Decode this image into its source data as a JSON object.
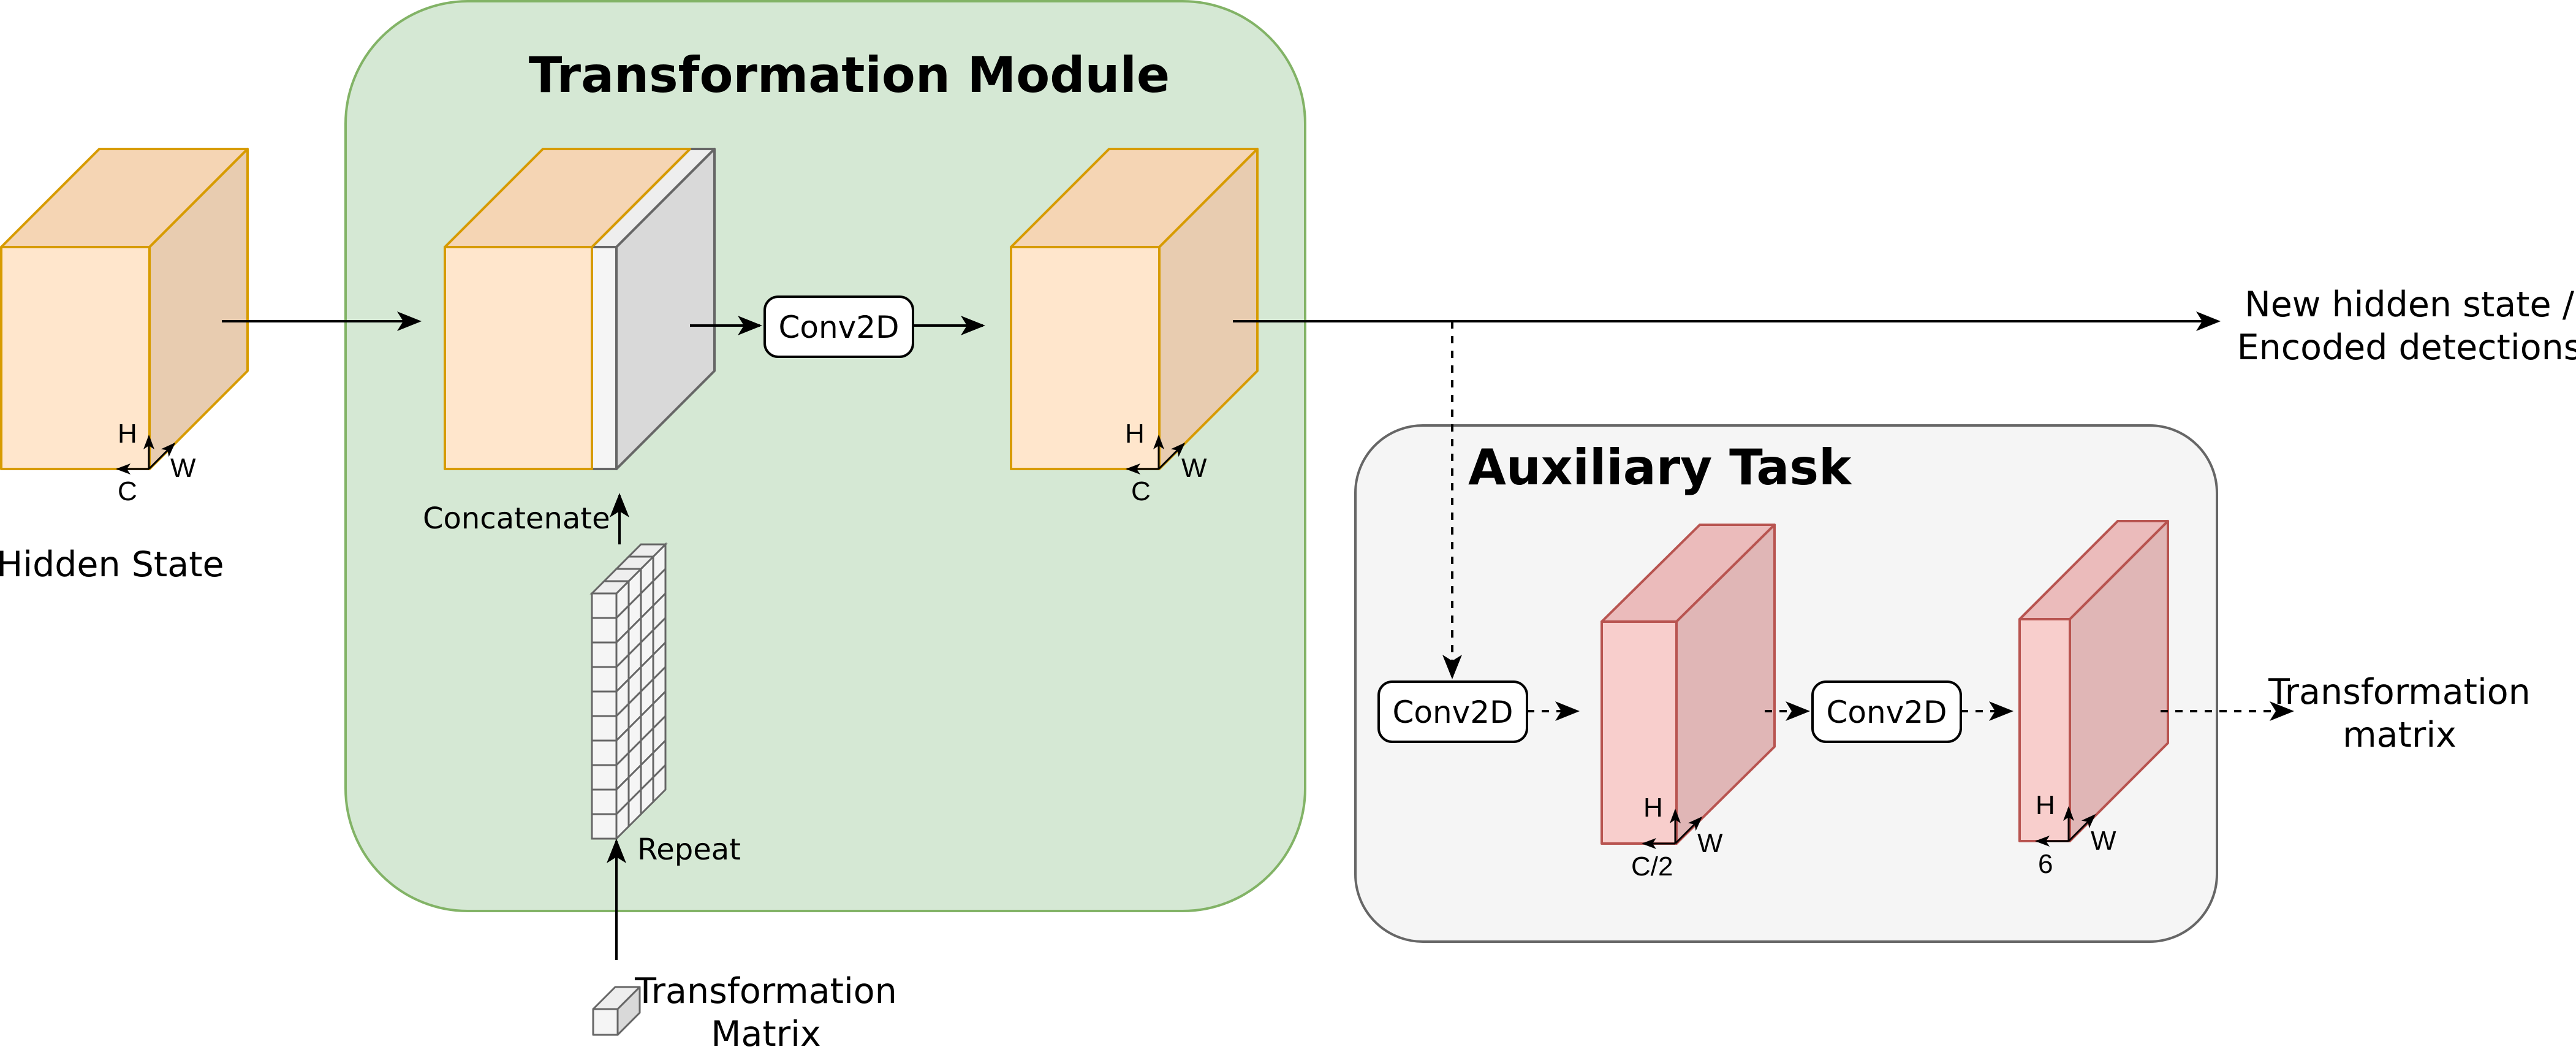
{
  "colors": {
    "module_fill": "#d5e8d4",
    "module_stroke": "#82b366",
    "aux_fill": "#f5f5f5",
    "aux_stroke": "#666666",
    "orange_front": "#ffe6cc",
    "orange_top": "#f5d5b4",
    "orange_side": "#e8ccb0",
    "orange_stroke": "#d79b00",
    "red_front": "#f8cecc",
    "red_top": "#ebbbbb",
    "red_side": "#e0b6b6",
    "red_stroke": "#b85450",
    "grey_front": "#f5f5f5",
    "grey_side": "#d9d9d9",
    "grey_stroke": "#666666"
  },
  "transformation_module": {
    "title": "Transformation Module"
  },
  "auxiliary_task": {
    "title": "Auxiliary Task"
  },
  "hidden_state": {
    "label": "Hidden State",
    "axis": {
      "h": "H",
      "w": "W",
      "c": "C"
    }
  },
  "concat_block": {
    "label": "Concatenate"
  },
  "repeat_block": {
    "label": "Repeat"
  },
  "transformation_input": {
    "label_line1": "Transformation",
    "label_line2": "Matrix"
  },
  "conv_main": {
    "label": "Conv2D"
  },
  "output_state": {
    "axis": {
      "h": "H",
      "w": "W",
      "c": "C"
    },
    "label_line1": "New hidden state /",
    "label_line2": "Encoded detections"
  },
  "aux_conv1": {
    "label": "Conv2D"
  },
  "aux_block1": {
    "axis": {
      "h": "H",
      "w": "W",
      "c": "C/2"
    }
  },
  "aux_conv2": {
    "label": "Conv2D"
  },
  "aux_block2": {
    "axis": {
      "h": "H",
      "w": "W",
      "c": "6"
    }
  },
  "aux_output": {
    "label_line1": "Transformation",
    "label_line2": "matrix"
  }
}
